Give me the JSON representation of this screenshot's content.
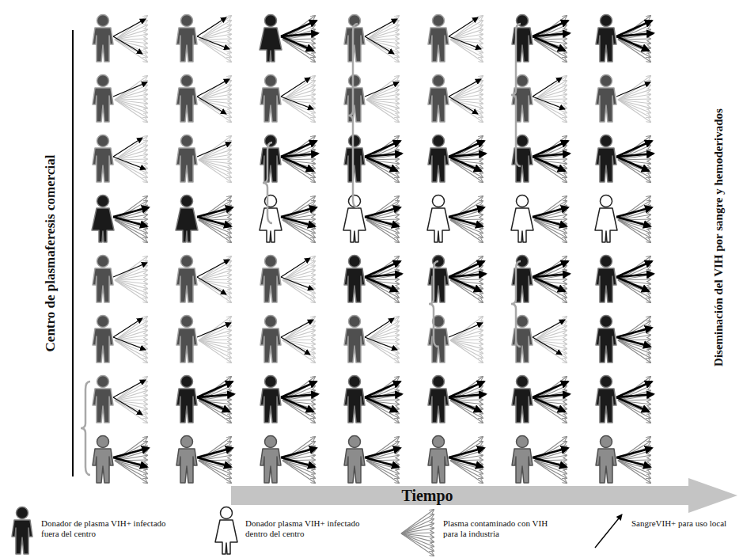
{
  "diagram": {
    "labels": [
      "Centro de plasmaferesis comercial",
      "Diseminación del VIH por sangre y hemoderivados",
      "Tiempo"
    ],
    "legend": [
      {
        "text": "Donador de plasma VIH+ infectado fuera del centro"
      },
      {
        "text": "Donador plasma VIH+ infectado dentro del centro"
      },
      {
        "text": "Plasma contaminado con VIH para la industria"
      },
      {
        "text": "SangreVIH+ para uso local"
      }
    ]
  }
}
